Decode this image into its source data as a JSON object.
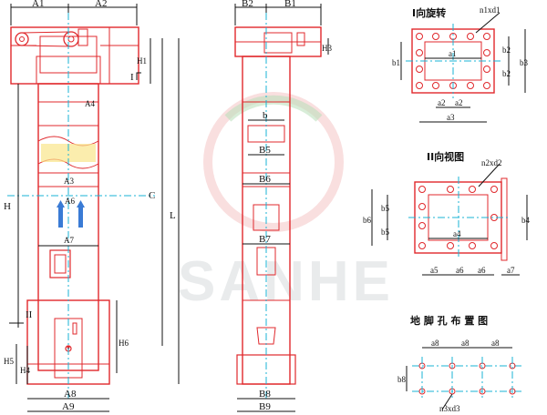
{
  "watermark": "SANHE",
  "front_view": {
    "top_dims": [
      "A1",
      "A2"
    ],
    "side_dims": [
      "H1",
      "A4",
      "A3",
      "A6",
      "A7",
      "H",
      "C",
      "L",
      "H5",
      "H4",
      "H6",
      "A8",
      "A9"
    ],
    "section_marks": [
      "I",
      "II"
    ]
  },
  "side_view": {
    "top_dims": [
      "B2",
      "B1",
      "H3"
    ],
    "inner_dims": [
      "b",
      "B5",
      "B6",
      "B7",
      "B8",
      "B9"
    ]
  },
  "view_I": {
    "title": "I向旋转",
    "labels": [
      "n1xd1",
      "a1",
      "b1",
      "b2",
      "b2",
      "b3",
      "a2",
      "a2",
      "a3"
    ]
  },
  "view_II": {
    "title": "II向视图",
    "labels": [
      "n2xd2",
      "b5",
      "b5",
      "b6",
      "b4",
      "a4",
      "a5",
      "a6",
      "a6",
      "a7"
    ]
  },
  "anchor_holes": {
    "title": "地 脚 孔 布 置 图",
    "labels": [
      "a8",
      "a8",
      "a8",
      "b8",
      "n3xd3"
    ]
  }
}
